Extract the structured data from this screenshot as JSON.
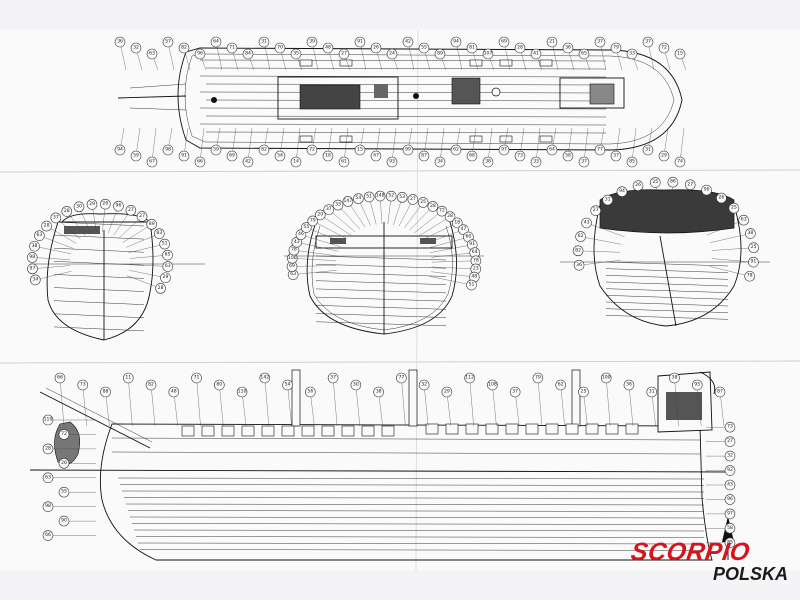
{
  "brand": {
    "name": "SCORPIO",
    "country": "POLSKA",
    "color": "#d8141a"
  },
  "plan_labels": [
    "36",
    "32",
    "63",
    "57",
    "82",
    "96",
    "64",
    "71",
    "84",
    "31",
    "70",
    "35",
    "39",
    "48",
    "27",
    "91",
    "26",
    "24",
    "42",
    "55",
    "89",
    "94",
    "81",
    "107",
    "69",
    "28",
    "41",
    "21",
    "36",
    "65",
    "37",
    "79",
    "33",
    "37",
    "72",
    "15",
    "94",
    "59",
    "67",
    "98",
    "91",
    "66",
    "59",
    "69",
    "42",
    "82",
    "54",
    "14",
    "72",
    "18",
    "61",
    "15",
    "47",
    "93",
    "99",
    "87",
    "34",
    "62",
    "68",
    "38",
    "97",
    "73",
    "33",
    "64",
    "58",
    "37",
    "77",
    "37",
    "85",
    "31",
    "29",
    "74"
  ],
  "bow_labels": [
    "34",
    "97",
    "98",
    "38",
    "63",
    "28",
    "37",
    "28",
    "30",
    "29",
    "26",
    "96",
    "27",
    "27",
    "89",
    "83",
    "51",
    "65",
    "63",
    "29",
    "28"
  ],
  "mid_labels": [
    "63",
    "69",
    "106",
    "78",
    "43",
    "46",
    "55",
    "79",
    "20",
    "37",
    "33",
    "147",
    "54",
    "51",
    "148",
    "52",
    "53",
    "27",
    "25",
    "28",
    "72",
    "28",
    "18",
    "47",
    "60",
    "91",
    "64",
    "78",
    "23",
    "48",
    "51"
  ],
  "stern_labels": [
    "36",
    "82",
    "62",
    "43",
    "27",
    "31",
    "94",
    "26",
    "25",
    "86",
    "27",
    "90",
    "26",
    "25",
    "63",
    "38",
    "25",
    "91",
    "78"
  ],
  "side_labels": [
    "66",
    "73",
    "88",
    "11",
    "82",
    "48",
    "71",
    "80",
    "110",
    "142",
    "54",
    "56",
    "37",
    "30",
    "38",
    "77",
    "32",
    "29",
    "112",
    "108",
    "37",
    "79",
    "62",
    "25",
    "100",
    "36",
    "31",
    "38",
    "95",
    "87",
    "110",
    "73",
    "72",
    "27",
    "28",
    "32",
    "26",
    "92",
    "63",
    "43",
    "55",
    "96",
    "98",
    "97",
    "90",
    "58",
    "66",
    "85"
  ]
}
